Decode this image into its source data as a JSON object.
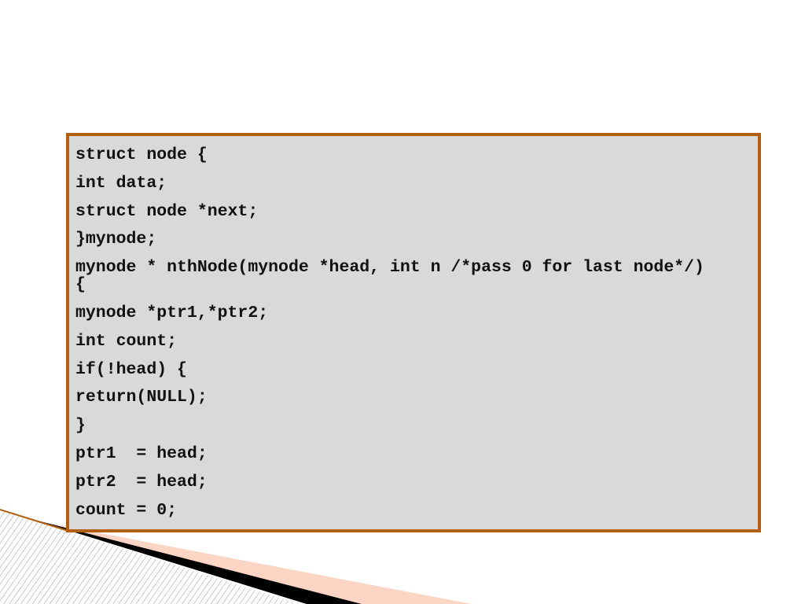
{
  "slide": {
    "code_lines": [
      "struct node {",
      "int data;",
      "struct node *next;",
      "}mynode;",
      "mynode * nthNode(mynode *head, int n /*pass 0 for last node*/)",
      "{",
      "mynode *ptr1,*ptr2;",
      "int count;",
      "if(!head) {",
      "return(NULL);",
      "}",
      "ptr1  = head;",
      "ptr2  = head;",
      "count = 0;"
    ],
    "colors": {
      "box_border": "#b35d0f",
      "box_fill": "#d9d9d9",
      "code_text": "#111111",
      "accent_peach": "#fcd5c4",
      "hatch": "#9a9a9a"
    }
  }
}
